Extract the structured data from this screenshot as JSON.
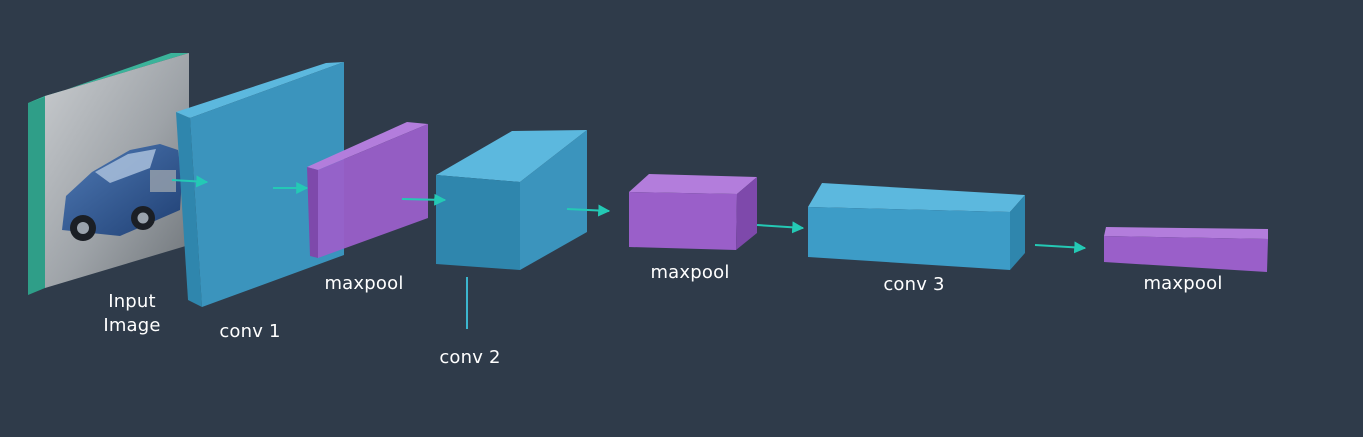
{
  "colors": {
    "background": "#2f3b4a",
    "conv": "#3d9cc7",
    "pool": "#9a5fc9",
    "arrow": "#24c9b5",
    "frame": "#35a890",
    "label": "#ffffff"
  },
  "labels": {
    "input": "Input\nImage",
    "conv1": "conv 1",
    "pool1": "maxpool",
    "conv2": "conv 2",
    "pool2": "maxpool",
    "conv3": "conv 3",
    "pool3": "maxpool"
  },
  "layers": [
    {
      "id": "input",
      "kind": "image"
    },
    {
      "id": "conv1",
      "kind": "conv"
    },
    {
      "id": "pool1",
      "kind": "pool"
    },
    {
      "id": "conv2",
      "kind": "conv"
    },
    {
      "id": "pool2",
      "kind": "pool"
    },
    {
      "id": "conv3",
      "kind": "conv"
    },
    {
      "id": "pool3",
      "kind": "pool"
    }
  ]
}
